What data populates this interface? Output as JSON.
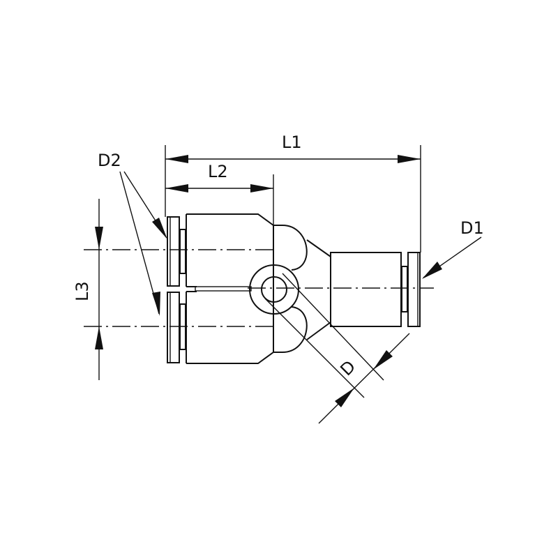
{
  "drawing": {
    "title": "Y push-in fitting dimension drawing",
    "dimensions": {
      "l1": "L1",
      "l2": "L2",
      "l3": "L3",
      "d": "D",
      "d1": "D1",
      "d2": "D2"
    }
  }
}
